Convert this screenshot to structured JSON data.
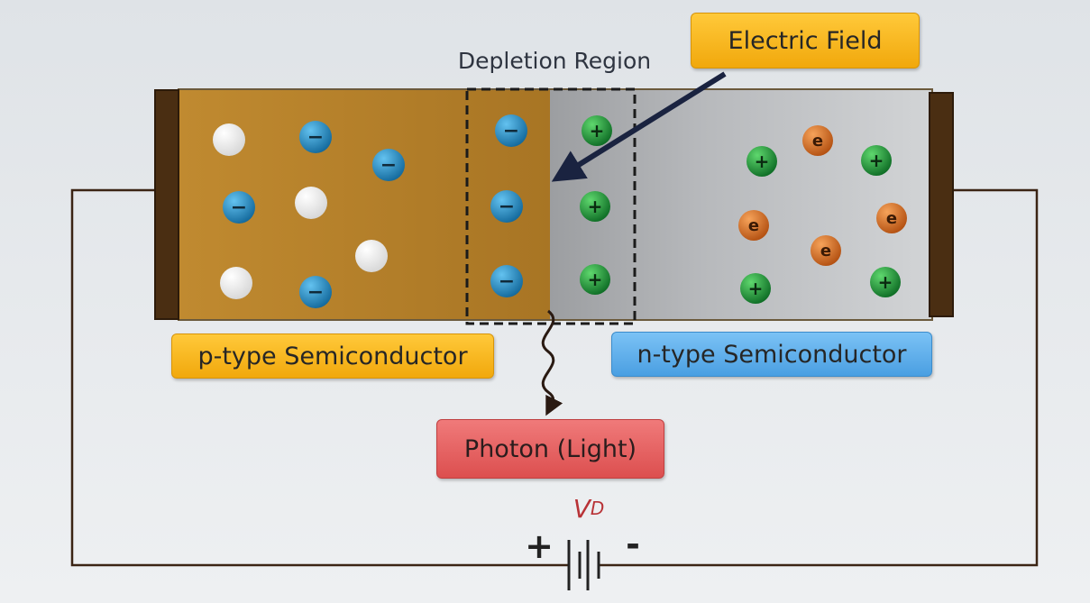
{
  "labels": {
    "depletion_region": "Depletion Region",
    "electric_field": "Electric Field",
    "p_type": "p-type Semiconductor",
    "n_type": "n-type Semiconductor",
    "photon": "Photon (Light)",
    "voltage_symbol": "V",
    "voltage_subscript": "D",
    "plus_terminal": "+",
    "minus_terminal": "-"
  },
  "particles": {
    "negative_ion_glyph": "−",
    "positive_ion_glyph": "+",
    "electron_glyph": "e"
  },
  "colors": {
    "p_region": "#b37f2a",
    "n_region": "#b8babd",
    "negative_ion": "#1e86c2",
    "positive_ion": "#1f9d3a",
    "electron": "#d9731f",
    "hole": "#ffffff",
    "field_arrow": "#1a2340",
    "wire": "#3b2414"
  }
}
